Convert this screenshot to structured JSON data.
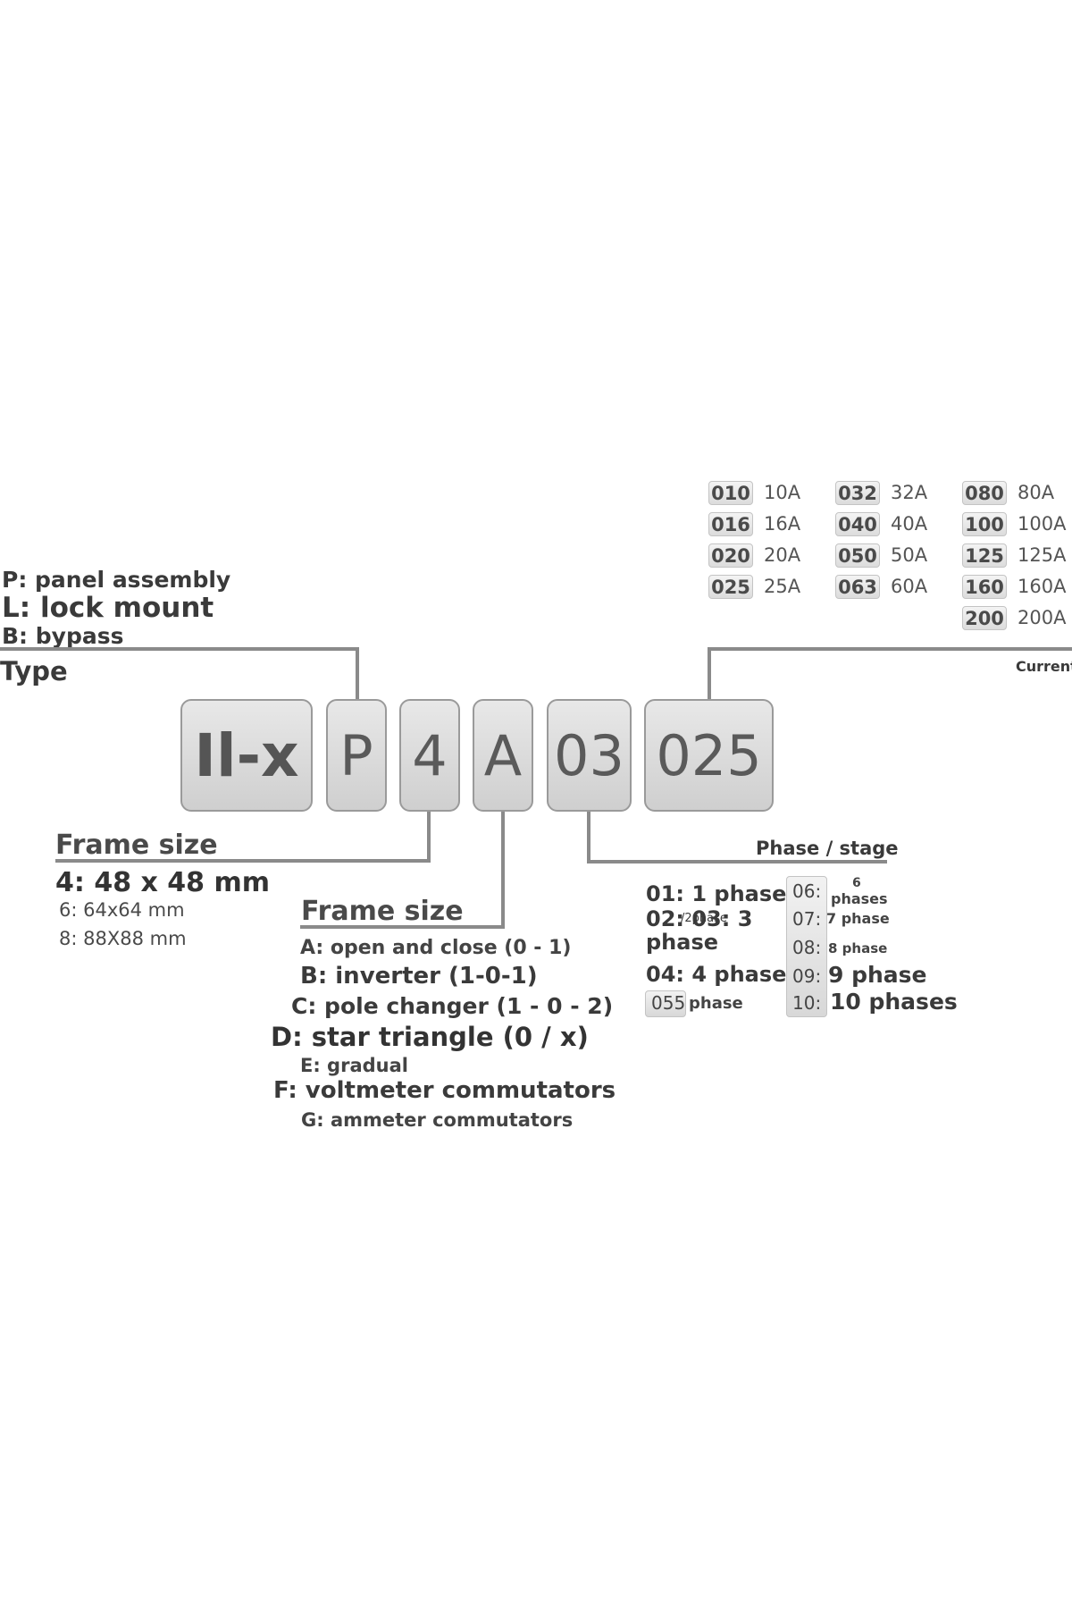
{
  "type_block": {
    "options": [
      {
        "text": "P: panel assembly"
      },
      {
        "text": "L: lock mount"
      },
      {
        "text": "B: bypass"
      }
    ],
    "title": "Type"
  },
  "code": {
    "brand": "Il-x",
    "type": "P",
    "frame": "4",
    "function": "A",
    "phase": "03",
    "current": "025"
  },
  "current_block": {
    "title": "Current",
    "items": [
      {
        "code": "010",
        "amps": "10A"
      },
      {
        "code": "016",
        "amps": "16A"
      },
      {
        "code": "020",
        "amps": "20A"
      },
      {
        "code": "025",
        "amps": "25A"
      },
      {
        "code": "032",
        "amps": "32A"
      },
      {
        "code": "040",
        "amps": "40A"
      },
      {
        "code": "050",
        "amps": "50A"
      },
      {
        "code": "063",
        "amps": "60A"
      },
      {
        "code": "080",
        "amps": "80A"
      },
      {
        "code": "100",
        "amps": "100A"
      },
      {
        "code": "125",
        "amps": "125A"
      },
      {
        "code": "160",
        "amps": "160A"
      },
      {
        "code": "200",
        "amps": "200A"
      }
    ]
  },
  "frame_block": {
    "title": "Frame size",
    "options": [
      "4: 48 x 48 mm",
      "6: 64x64 mm",
      "8: 88X88 mm"
    ]
  },
  "function_block": {
    "title": "Frame size",
    "options": [
      "A: open and close (0 - 1)",
      "B: inverter (1-0-1)",
      "C: pole changer (1 - 0 - 2)",
      "D: star triangle (0 / x)",
      "E: gradual",
      "F: voltmeter commutators",
      "G: ammeter commutators"
    ]
  },
  "phase_block": {
    "title": "Phase / stage",
    "col1": {
      "o01": "01: 1 phase",
      "o02": "02: 03: 3",
      "o02_overlap": "/2phase",
      "o02_cont": "phase",
      "o04": "04: 4 phase",
      "o05_code": "055",
      "o05_label": "phase"
    },
    "col2": {
      "o06_code": "06:",
      "o06_num": "6",
      "o06_label": "phases",
      "o07_code": "07:",
      "o07_label": "7 phase",
      "o08_code": "08:",
      "o08_label": "8 phase",
      "o09_code": "09:",
      "o09_label": "9 phase",
      "o10_code": "10:",
      "o10_label": "10 phases"
    }
  }
}
